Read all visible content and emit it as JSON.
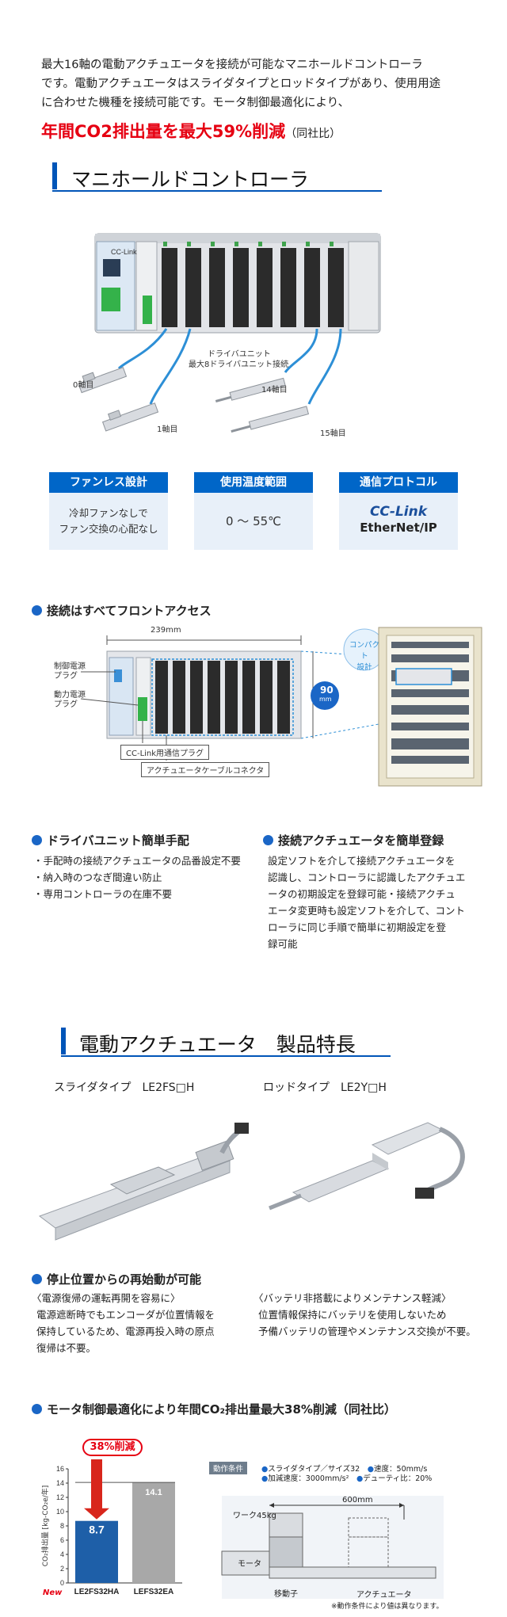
{
  "intro": {
    "lines": [
      "最大16軸の電動アクチュエータを接続が可能なマニホールドコントローラ",
      "です。電動アクチュエータはスライダタイプとロッドタイプがあり、使用用途",
      "に合わせた機種を接続可能です。モータ制御最適化により、"
    ],
    "headline": "年間CO2排出量を最大59%削減",
    "headline_note": "（同社比）"
  },
  "section1": {
    "title": "マニホールドコントローラ",
    "drive_unit_label_1": "ドライバユニット",
    "drive_unit_label_2": "最大8ドライバユニット接続",
    "axis_0": "0軸目",
    "axis_1": "1軸目",
    "axis_14": "14軸目",
    "axis_15": "15軸目",
    "brand_label": "CC-Link"
  },
  "features": [
    {
      "head": "ファンレス設計",
      "body1": "冷却ファンなしで",
      "body2": "ファン交換の心配なし"
    },
    {
      "head": "使用温度範囲",
      "body1": "0 ～ 55℃",
      "body2": ""
    },
    {
      "head": "通信プロトコル",
      "body1": "CC-Link",
      "body2": "EtherNet/IP"
    }
  ],
  "front_access": {
    "bullet": "接続はすべてフロントアクセス",
    "width_label": "239mm",
    "height_label": "90",
    "height_unit": "mm",
    "compact_1": "コンパクト",
    "compact_2": "設計",
    "plug_ctrl_1": "制御電源",
    "plug_ctrl_2": "プラグ",
    "plug_power_1": "動力電源",
    "plug_power_2": "プラグ",
    "cc_plug": "CC-Link用通信プラグ",
    "cable_connector": "アクチュエータケーブルコネクタ"
  },
  "driver_easy": {
    "bullet": "ドライバユニット簡単手配",
    "items": [
      "・手配時の接続アクチュエータの品番設定不要",
      "・納入時のつなぎ間違い防止",
      "・専用コントローラの在庫不要"
    ]
  },
  "register_easy": {
    "bullet": "接続アクチュエータを簡単登録",
    "lines": [
      "設定ソフトを介して接続アクチュエータを",
      "認識し、コントローラに認識したアクチュエ",
      "ータの初期設定を登録可能・接続アクチュ",
      "エータ変更時も設定ソフトを介して、コント",
      "ローラに同じ手順で簡単に初期設定を登",
      "録可能"
    ]
  },
  "section2": {
    "title": "電動アクチュエータ　製品特長",
    "slider_type": "スライダタイプ　LE2FS□H",
    "rod_type": "ロッドタイプ　LE2Y□H"
  },
  "restart": {
    "bullet": "停止位置からの再始動が可能",
    "left_head": "〈電源復帰の運転再開を容易に〉",
    "left_lines": [
      "電源遮断時でもエンコーダが位置情報を",
      "保持しているため、電源再投入時の原点",
      "復帰は不要。"
    ],
    "right_head": "〈バッテリ非搭載によりメンテナンス軽減〉",
    "right_lines": [
      "位置情報保持にバッテリを使用しないため",
      "予備バッテリの管理やメンテナンス交換が不要。"
    ]
  },
  "co2": {
    "bullet": "モータ制御最適化により年間CO₂排出量最大38%削減（同社比）",
    "reduction_badge": "38%削減",
    "new_badge": "New",
    "conditions_title": "動作条件",
    "cond_1": "スライダタイプ／サイズ32",
    "cond_2": "速度：50mm/s",
    "cond_3": "加減速度：3000mm/s²",
    "cond_4": "デューティ比：20%",
    "work_label": "ワーク45kg",
    "distance_label": "600mm",
    "motor_label": "モータ",
    "actuator_label": "アクチュエータ",
    "mover_label": "移動子",
    "note": "※動作条件により値は異なります。"
  },
  "chart_data": {
    "type": "bar",
    "categories": [
      "LE2FS32HA",
      "LEFS32EA"
    ],
    "values": [
      8.7,
      14.1
    ],
    "ylabel": "CO₂排出量 [kg-CO₂e/年]",
    "ylim": [
      0,
      16
    ],
    "yticks": [
      "0",
      "2",
      "4",
      "6",
      "8",
      "10",
      "12",
      "14",
      "16"
    ],
    "colors": [
      "#1e5fa8",
      "#a8a8a8"
    ]
  }
}
